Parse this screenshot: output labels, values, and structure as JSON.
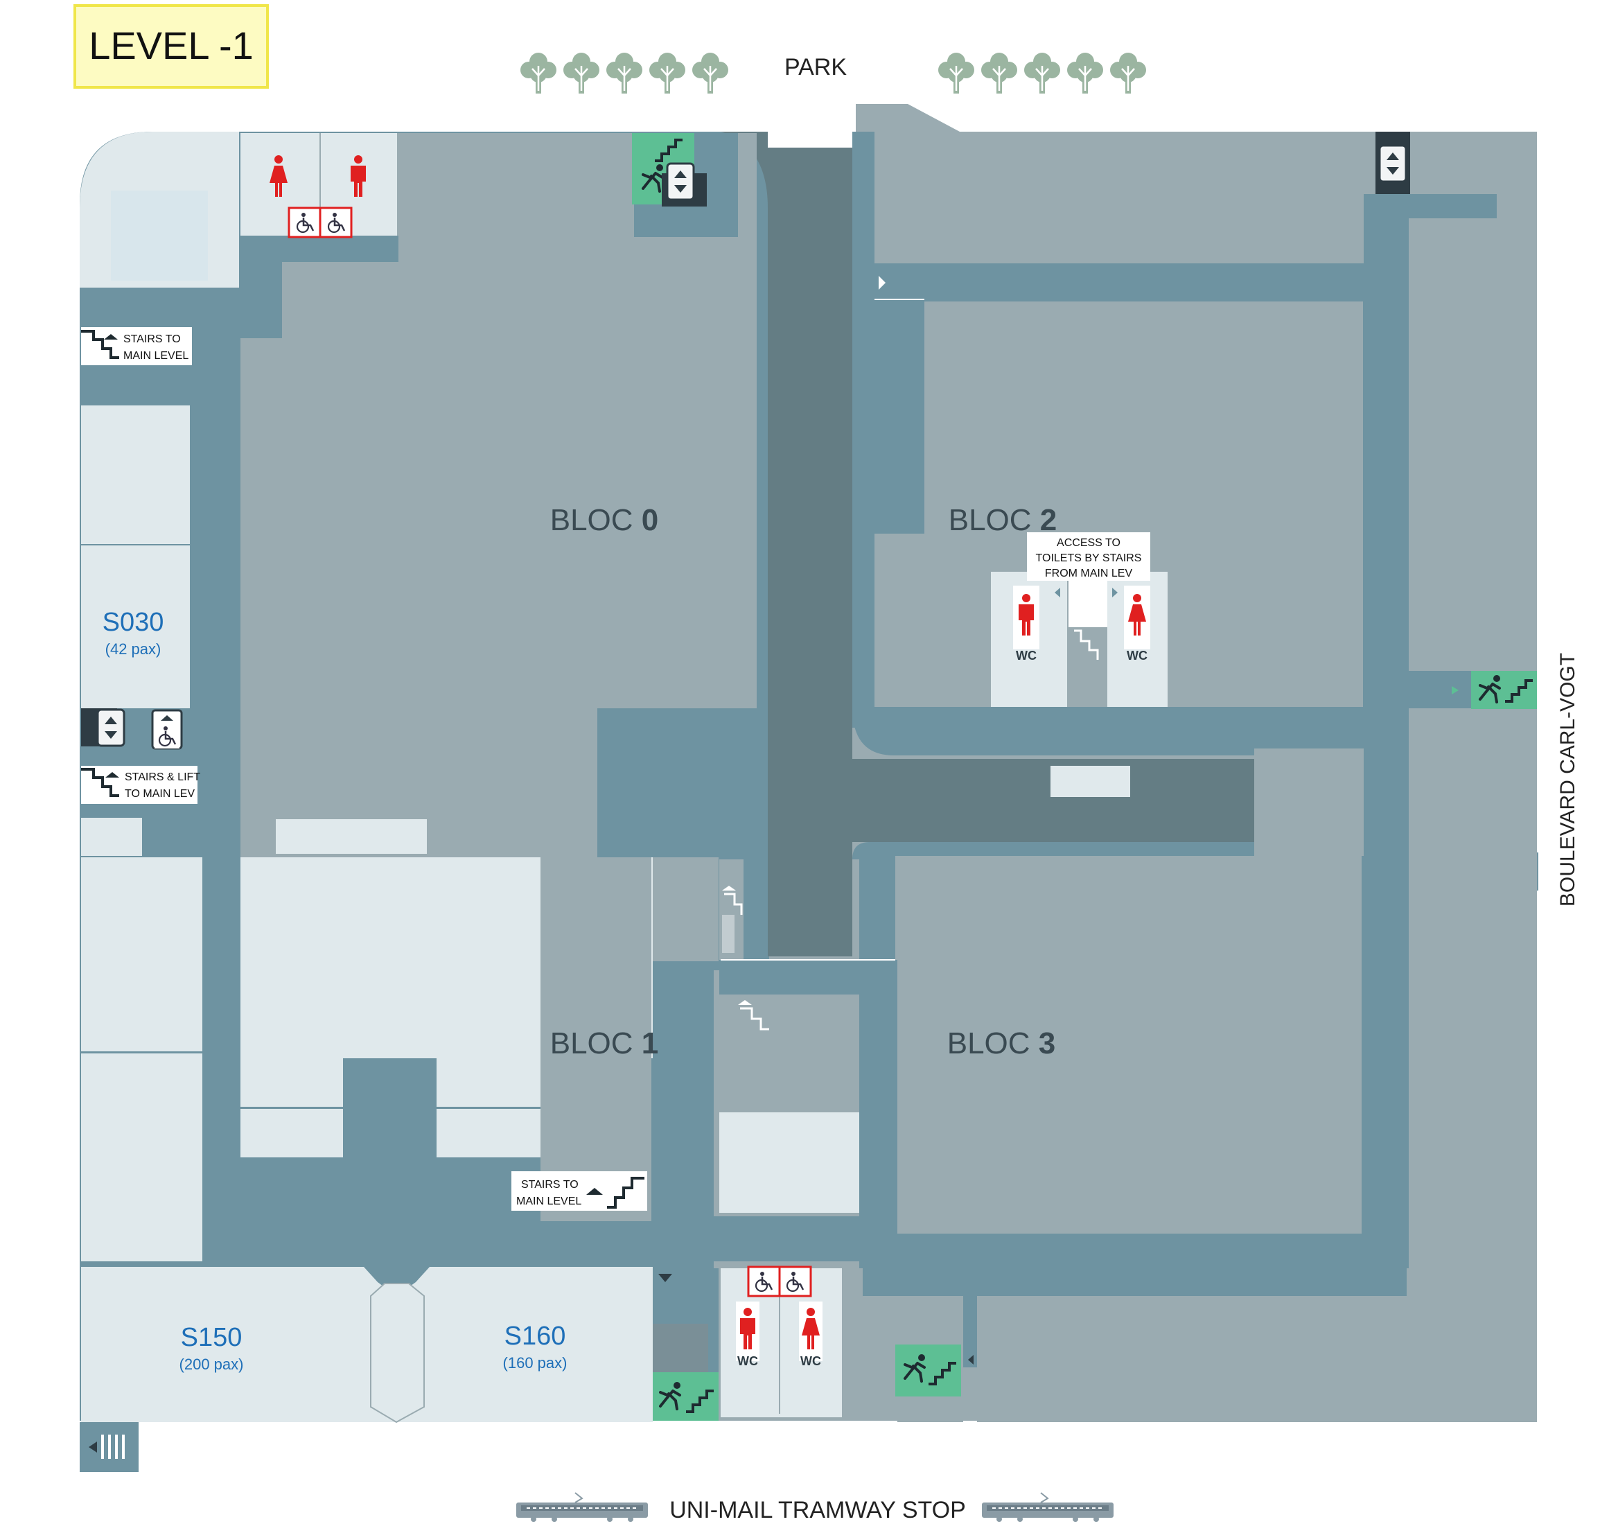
{
  "level_label": "LEVEL -1",
  "compass": {
    "top": "PARK",
    "right": "BOULEVARD  CARL-VOGT",
    "bottom": "UNI-MAIL TRAMWAY STOP"
  },
  "blocs": [
    {
      "prefix": "BLOC ",
      "number": "0"
    },
    {
      "prefix": "BLOC ",
      "number": "1"
    },
    {
      "prefix": "BLOC ",
      "number": "2"
    },
    {
      "prefix": "BLOC ",
      "number": "3"
    }
  ],
  "rooms": [
    {
      "name": "S030",
      "capacity": "(42 pax)"
    },
    {
      "name": "S150",
      "capacity": "(200 pax)"
    },
    {
      "name": "S160",
      "capacity": "(160 pax)"
    }
  ],
  "signs": {
    "stairs_main_top": [
      "STAIRS TO",
      "MAIN LEVEL"
    ],
    "stairs_lift": [
      "STAIRS & LIFT",
      "TO MAIN LEV"
    ],
    "stairs_main_bottom": [
      "STAIRS TO",
      "MAIN LEVEL"
    ],
    "toilets_access": [
      "ACCESS TO",
      "TOILETS BY STAIRS",
      "FROM MAIN LEV"
    ]
  },
  "wc_label": "WC",
  "colors": {
    "building_fill": "#9aabb1",
    "corridor": "#6e93a1",
    "main_corridor": "#647d84",
    "room_fill": "#e0e9ec",
    "exit_green": "#5dbf94",
    "toilet_red": "#e02020",
    "room_text": "#1e6fb8",
    "tree": "#9bb5a1",
    "level_box": "#fdfbc2"
  },
  "icons": [
    "tree-icon",
    "elevator-icon",
    "emergency-exit-icon",
    "wheelchair-icon",
    "woman-icon",
    "man-icon",
    "stairs-icon",
    "tram-icon"
  ]
}
